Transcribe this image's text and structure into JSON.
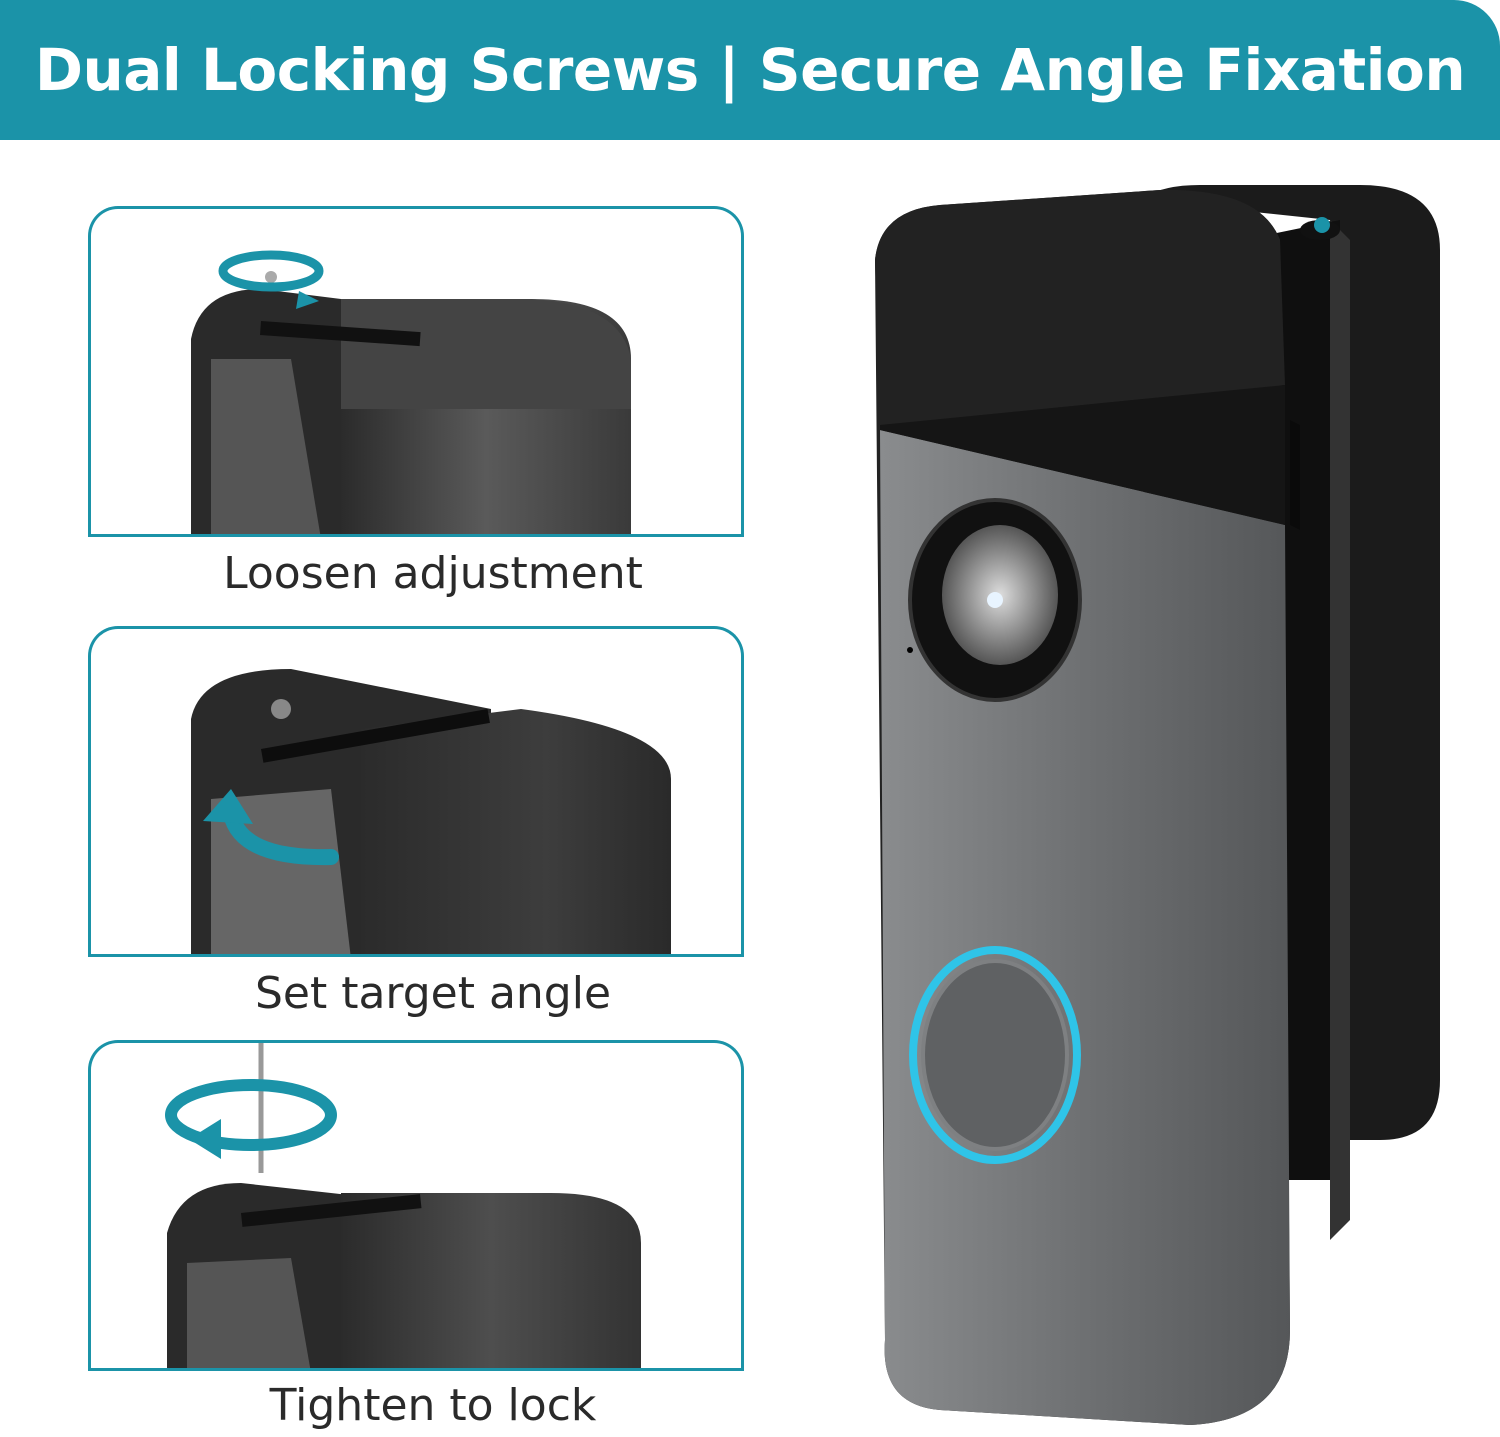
{
  "banner": {
    "title": "Dual Locking Screws | Secure Angle Fixation",
    "color": "#1b93a8"
  },
  "steps": [
    {
      "caption": "Loosen adjustment",
      "icon": "rotate-arrow-icon"
    },
    {
      "caption": "Set target angle",
      "icon": "curved-arrow-icon"
    },
    {
      "caption": "Tighten to lock",
      "icon": "rotate-arrow-icon"
    }
  ],
  "colors": {
    "accent": "#1b93a8",
    "device_black": "#1e1e1e",
    "device_gray": "#6e7072",
    "ring_blue": "#2fc4e8"
  }
}
